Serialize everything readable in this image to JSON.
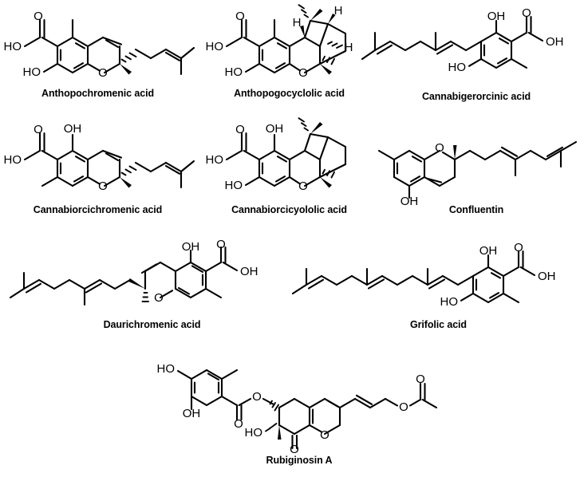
{
  "figure": {
    "background": "#ffffff",
    "line_color": "#000000",
    "caption_color": "#000000"
  },
  "structures": [
    {
      "id": "anthopochromenic-acid",
      "name": "Anthopochromenic acid",
      "labels": [
        "O",
        "HO",
        "HO",
        "O"
      ],
      "caption": "Anthopochromenic acid"
    },
    {
      "id": "anthopogocyclolic-acid",
      "name": "Anthopogocyclolic acid",
      "labels": [
        "O",
        "HO",
        "HO",
        "O",
        "H",
        "H",
        "H"
      ],
      "caption": "Anthopogocyclolic acid"
    },
    {
      "id": "cannabigerorcinic-acid",
      "name": "Cannabigerorcinic acid",
      "labels": [
        "OH",
        "O",
        "OH",
        "HO"
      ],
      "caption": "Cannabigerorcinic acid"
    },
    {
      "id": "cannabiorcichromenic-acid",
      "name": "Cannabiorcichromenic acid",
      "labels": [
        "O",
        "OH",
        "HO",
        "O"
      ],
      "caption": "Cannabiorcichromenic acid"
    },
    {
      "id": "cannabiorcicyololic-acid",
      "name": "Cannabiorcicyololic acid",
      "labels": [
        "O",
        "OH",
        "HO",
        "HO",
        "O"
      ],
      "caption": "Cannabiorcicyololic acid"
    },
    {
      "id": "confluentin",
      "name": "Confluentin",
      "labels": [
        "O",
        "OH"
      ],
      "caption": "Confluentin"
    },
    {
      "id": "daurichromenic-acid",
      "name": "Daurichromenic acid",
      "labels": [
        "OH",
        "O",
        "OH",
        "O"
      ],
      "caption": "Daurichromenic acid"
    },
    {
      "id": "grifolic-acid",
      "name": "Grifolic acid",
      "labels": [
        "OH",
        "O",
        "OH",
        "HO"
      ],
      "caption": "Grifolic acid"
    },
    {
      "id": "rubiginosin-a",
      "name": "Rubiginosin A",
      "labels": [
        "HO",
        "OH",
        "O",
        "O",
        "HO",
        "O",
        "O",
        "O",
        "O"
      ],
      "caption": "Rubiginosin A"
    }
  ]
}
